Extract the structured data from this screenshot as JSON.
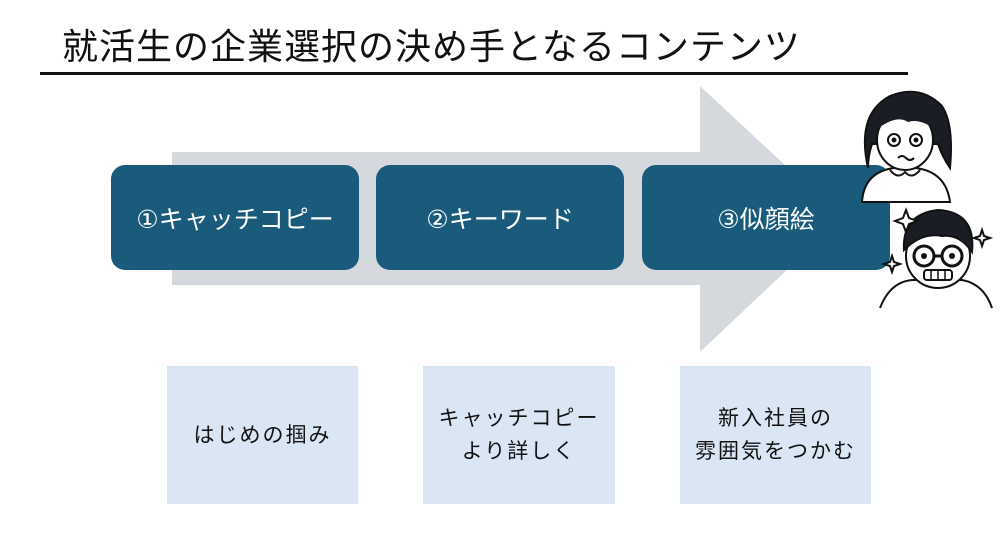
{
  "title": "就活生の企業選択の決め手となるコンテンツ",
  "steps": [
    {
      "label": "①キャッチコピー"
    },
    {
      "label": "②キーワード"
    },
    {
      "label": "③似顔絵"
    }
  ],
  "descriptions": [
    {
      "lines": [
        "はじめの掴み"
      ]
    },
    {
      "lines": [
        "キャッチコピー",
        "より詳しく"
      ]
    },
    {
      "lines": [
        "新入社員の",
        "雰囲気をつかむ"
      ]
    }
  ],
  "colors": {
    "step_fill": "#1a5b7c",
    "arrow_fill": "#d5d9de",
    "desc_fill": "#dbe6f5",
    "title_rule": "#111111"
  },
  "icons": [
    "student-girl-illustration",
    "student-boy-illustration",
    "sparkle-icon"
  ]
}
